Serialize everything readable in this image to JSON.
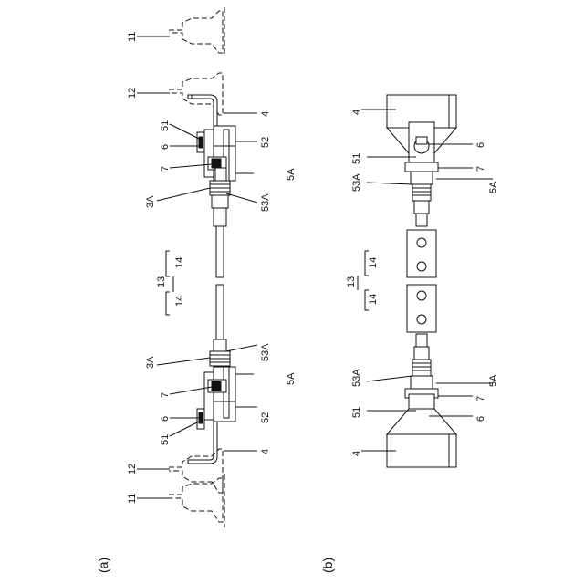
{
  "figure": {
    "captions": {
      "a": "(a)",
      "b": "(b)"
    }
  },
  "view_a": {
    "top_labels": {
      "rail_11": "11",
      "rail_12": "12",
      "arm_4": "4",
      "bolt_51": "51",
      "nut_6": "6",
      "plate_52": "52",
      "pin_7": "7",
      "unit_5A": "5A",
      "rod_53A": "53A",
      "assembly_3A": "3A"
    },
    "mid_labels": {
      "group_13": "13",
      "bar_14_upper": "14",
      "bar_14_lower": "14"
    },
    "bottom_labels": {
      "rail_11": "11",
      "rail_12": "12",
      "arm_4": "4",
      "bolt_51": "51",
      "nut_6": "6",
      "plate_52": "52",
      "pin_7": "7",
      "unit_5A": "5A",
      "rod_53A": "53A",
      "assembly_3A": "3A"
    }
  },
  "view_b": {
    "top_labels": {
      "arm_4": "4",
      "bolt_51": "51",
      "nut_6": "6",
      "pin_7": "7",
      "rod_53A": "53A",
      "unit_5A": "5A"
    },
    "mid_labels": {
      "group_13": "13",
      "bar_14_upper": "14",
      "bar_14_lower": "14"
    },
    "bottom_labels": {
      "arm_4": "4",
      "bolt_51": "51",
      "nut_6": "6",
      "pin_7": "7",
      "rod_53A": "53A",
      "unit_5A": "5A"
    }
  }
}
